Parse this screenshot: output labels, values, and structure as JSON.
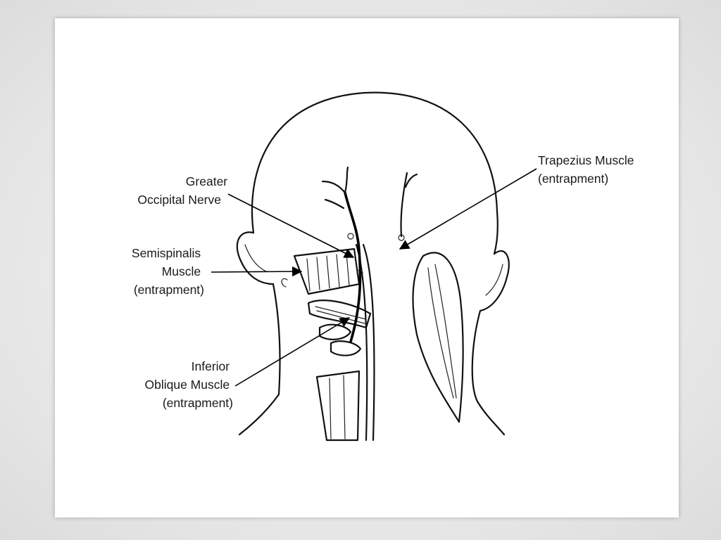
{
  "colors": {
    "background": "#e8e8e8",
    "slide": "#ffffff",
    "ink": "#111111"
  },
  "labels": {
    "greater_occipital_nerve": [
      "Greater",
      "Occipital Nerve"
    ],
    "semispinalis": [
      "Semispinalis",
      "Muscle",
      "(entrapment)"
    ],
    "inferior_oblique": [
      "Inferior",
      "Oblique Muscle",
      "(entrapment)"
    ],
    "trapezius": [
      "Trapezius Muscle",
      "(entrapment)"
    ]
  }
}
